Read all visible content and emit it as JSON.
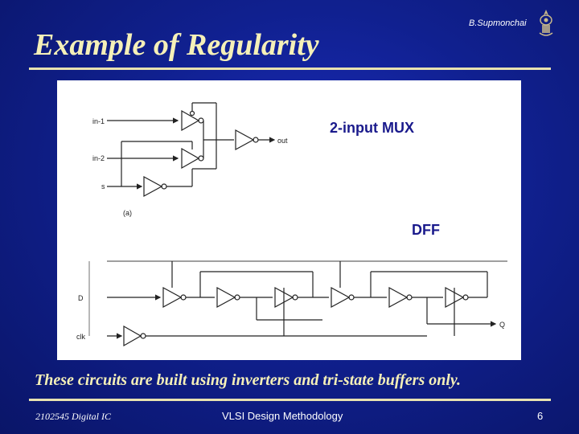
{
  "slide": {
    "title": "Example of Regularity",
    "author": "B.Supmonchai",
    "caption": "These circuits are built using inverters and tri-state buffers only.",
    "footer_left": "2102545 Digital IC",
    "footer_center": "VLSI Design Methodology",
    "page_number": "6"
  },
  "figure": {
    "mux_title": "2-input MUX",
    "dff_title": "DFF",
    "mux_labels": {
      "in1": "in-1",
      "in2": "in-2",
      "s": "s",
      "out": "out",
      "sub": "(a)"
    },
    "dff_labels": {
      "d": "D",
      "clk": "clk",
      "q": "Q"
    }
  },
  "colors": {
    "title": "#f5f0b8",
    "background": "#1020a0",
    "rule": "#e8e2b0",
    "figure_heading": "#1a1a8c"
  }
}
